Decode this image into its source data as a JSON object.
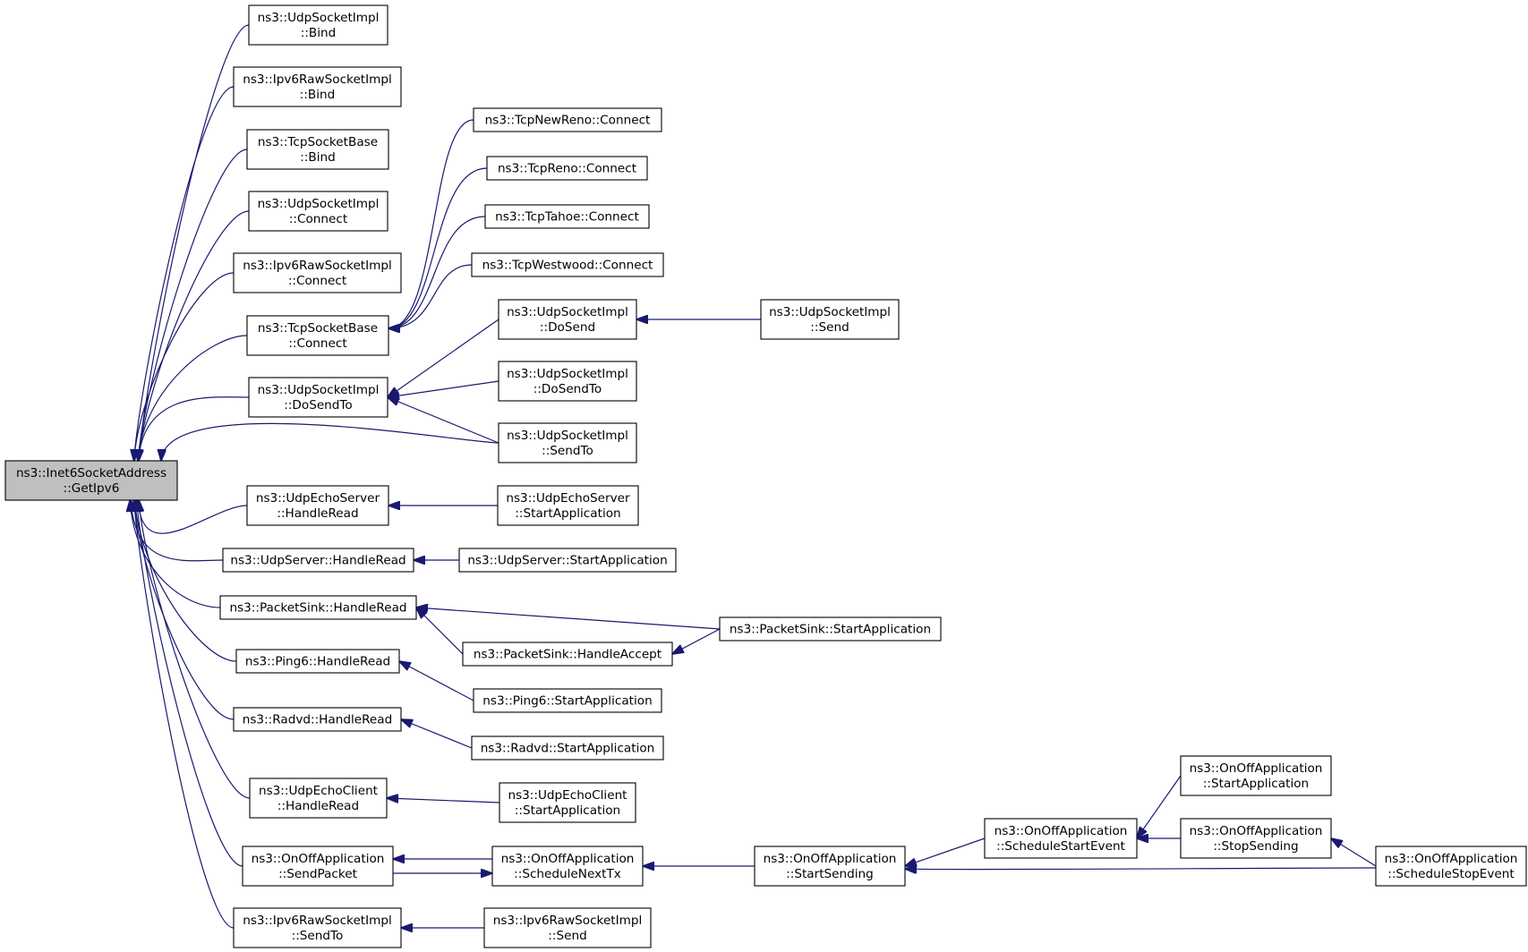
{
  "colors": {
    "edge": "#191970",
    "root_fill": "#bfbfbf",
    "node_fill": "#ffffff",
    "node_border": "#000000"
  },
  "nodes": {
    "root": [
      "ns3::Inet6SocketAddress",
      "::GetIpv6"
    ],
    "udp_bind": [
      "ns3::UdpSocketImpl",
      "::Bind"
    ],
    "ipv6raw_bind": [
      "ns3::Ipv6RawSocketImpl",
      "::Bind"
    ],
    "tcpbase_bind": [
      "ns3::TcpSocketBase",
      "::Bind"
    ],
    "udp_connect": [
      "ns3::UdpSocketImpl",
      "::Connect"
    ],
    "ipv6raw_connect": [
      "ns3::Ipv6RawSocketImpl",
      "::Connect"
    ],
    "tcpbase_connect": [
      "ns3::TcpSocketBase",
      "::Connect"
    ],
    "udp_dosendto": [
      "ns3::UdpSocketImpl",
      "::DoSendTo"
    ],
    "udpecho_server_hr": [
      "ns3::UdpEchoServer",
      "::HandleRead"
    ],
    "udpserver_hr": [
      "ns3::UdpServer::HandleRead"
    ],
    "packetsink_hr": [
      "ns3::PacketSink::HandleRead"
    ],
    "ping6_hr": [
      "ns3::Ping6::HandleRead"
    ],
    "radvd_hr": [
      "ns3::Radvd::HandleRead"
    ],
    "udpecho_client_hr": [
      "ns3::UdpEchoClient",
      "::HandleRead"
    ],
    "onoff_sendpacket": [
      "ns3::OnOffApplication",
      "::SendPacket"
    ],
    "ipv6raw_sendto": [
      "ns3::Ipv6RawSocketImpl",
      "::SendTo"
    ],
    "tcpnewreno_connect": [
      "ns3::TcpNewReno::Connect"
    ],
    "tcpreno_connect": [
      "ns3::TcpReno::Connect"
    ],
    "tcptahoe_connect": [
      "ns3::TcpTahoe::Connect"
    ],
    "tcpwestwood_connect": [
      "ns3::TcpWestwood::Connect"
    ],
    "udp_dosend": [
      "ns3::UdpSocketImpl",
      "::DoSend"
    ],
    "udp_dosendto2": [
      "ns3::UdpSocketImpl",
      "::DoSendTo"
    ],
    "udp_sendto": [
      "ns3::UdpSocketImpl",
      "::SendTo"
    ],
    "udpecho_server_start": [
      "ns3::UdpEchoServer",
      "::StartApplication"
    ],
    "udpserver_start": [
      "ns3::UdpServer::StartApplication"
    ],
    "packetsink_accept": [
      "ns3::PacketSink::HandleAccept"
    ],
    "ping6_start": [
      "ns3::Ping6::StartApplication"
    ],
    "radvd_start": [
      "ns3::Radvd::StartApplication"
    ],
    "udpecho_client_start": [
      "ns3::UdpEchoClient",
      "::StartApplication"
    ],
    "onoff_schednexttx": [
      "ns3::OnOffApplication",
      "::ScheduleNextTx"
    ],
    "ipv6raw_send": [
      "ns3::Ipv6RawSocketImpl",
      "::Send"
    ],
    "udp_send": [
      "ns3::UdpSocketImpl",
      "::Send"
    ],
    "packetsink_start": [
      "ns3::PacketSink::StartApplication"
    ],
    "onoff_startsending": [
      "ns3::OnOffApplication",
      "::StartSending"
    ],
    "onoff_schedstart": [
      "ns3::OnOffApplication",
      "::ScheduleStartEvent"
    ],
    "onoff_startapp": [
      "ns3::OnOffApplication",
      "::StartApplication"
    ],
    "onoff_stopsending": [
      "ns3::OnOffApplication",
      "::StopSending"
    ],
    "onoff_schedstop": [
      "ns3::OnOffApplication",
      "::ScheduleStopEvent"
    ]
  },
  "edges": [
    [
      "udp_bind",
      "root"
    ],
    [
      "ipv6raw_bind",
      "root"
    ],
    [
      "tcpbase_bind",
      "root"
    ],
    [
      "udp_connect",
      "root"
    ],
    [
      "ipv6raw_connect",
      "root"
    ],
    [
      "tcpbase_connect",
      "root"
    ],
    [
      "udp_dosendto",
      "root"
    ],
    [
      "udp_sendto",
      "root"
    ],
    [
      "udpecho_server_hr",
      "root"
    ],
    [
      "udpserver_hr",
      "root"
    ],
    [
      "packetsink_hr",
      "root"
    ],
    [
      "ping6_hr",
      "root"
    ],
    [
      "radvd_hr",
      "root"
    ],
    [
      "udpecho_client_hr",
      "root"
    ],
    [
      "onoff_sendpacket",
      "root"
    ],
    [
      "ipv6raw_sendto",
      "root"
    ],
    [
      "tcpnewreno_connect",
      "tcpbase_connect"
    ],
    [
      "tcpreno_connect",
      "tcpbase_connect"
    ],
    [
      "tcptahoe_connect",
      "tcpbase_connect"
    ],
    [
      "tcpwestwood_connect",
      "tcpbase_connect"
    ],
    [
      "udp_dosend",
      "udp_dosendto"
    ],
    [
      "udp_dosendto2",
      "udp_dosendto"
    ],
    [
      "udp_sendto",
      "udp_dosendto"
    ],
    [
      "udp_send",
      "udp_dosend"
    ],
    [
      "udpecho_server_start",
      "udpecho_server_hr"
    ],
    [
      "udpserver_start",
      "udpserver_hr"
    ],
    [
      "packetsink_start",
      "packetsink_hr"
    ],
    [
      "packetsink_accept",
      "packetsink_hr"
    ],
    [
      "packetsink_start",
      "packetsink_accept"
    ],
    [
      "ping6_start",
      "ping6_hr"
    ],
    [
      "radvd_start",
      "radvd_hr"
    ],
    [
      "udpecho_client_start",
      "udpecho_client_hr"
    ],
    [
      "onoff_schednexttx",
      "onoff_sendpacket"
    ],
    [
      "onoff_sendpacket",
      "onoff_schednexttx"
    ],
    [
      "onoff_startsending",
      "onoff_schednexttx"
    ],
    [
      "onoff_schedstart",
      "onoff_startsending"
    ],
    [
      "onoff_schedstop",
      "onoff_startsending"
    ],
    [
      "onoff_startapp",
      "onoff_schedstart"
    ],
    [
      "onoff_stopsending",
      "onoff_schedstart"
    ],
    [
      "onoff_schedstop",
      "onoff_stopsending"
    ],
    [
      "ipv6raw_send",
      "ipv6raw_sendto"
    ]
  ]
}
